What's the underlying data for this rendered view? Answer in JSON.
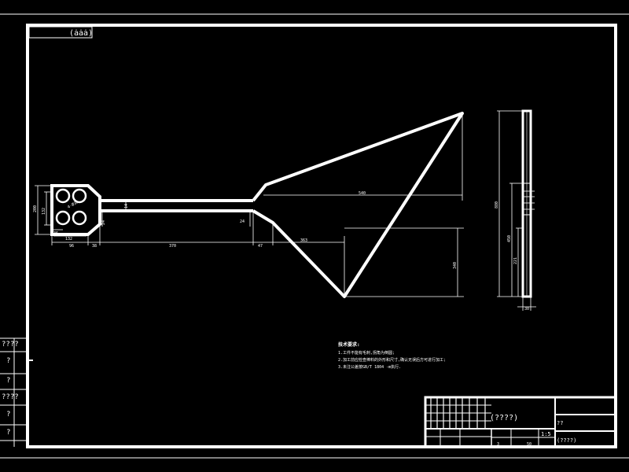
{
  "drawing": {
    "corner_code": "(ȧȧȧ)",
    "title_block": {
      "main_title": "(????)",
      "code": "??",
      "scale": "1:5",
      "material": "(????)",
      "row_numbers": [
        "3",
        "50"
      ]
    },
    "left_strip": [
      "????",
      "?",
      "?",
      "????",
      "?",
      "?"
    ],
    "notes": {
      "heading": "技术要求:",
      "lines": [
        "1.工件不能有毛刺,拐角为倒圆;",
        "2.加工前应检查棒料的外形和尺寸,确认无误后方可进行加工;",
        "3.未注公差按GB/T 1804 -m执行."
      ]
    },
    "dimensions": {
      "plate_height": "200",
      "plate_inner_height": "132",
      "bolt_circle": "4-Ø30",
      "plate_bottom_offset": "36",
      "plate_hole_span": "132",
      "plate_width_total": "96",
      "neck_offset": "38",
      "shaft_length": "370",
      "shaft_height_left": "24",
      "shaft_height_right": "24",
      "neck_offset_right": "47",
      "shaft_width_mark": "14",
      "lower_span": "363",
      "triangle_length": "540",
      "triangle_drop": "340",
      "side_total_height": "880",
      "side_mid_height": "450",
      "side_lower_height": "221",
      "side_width": "30"
    }
  }
}
